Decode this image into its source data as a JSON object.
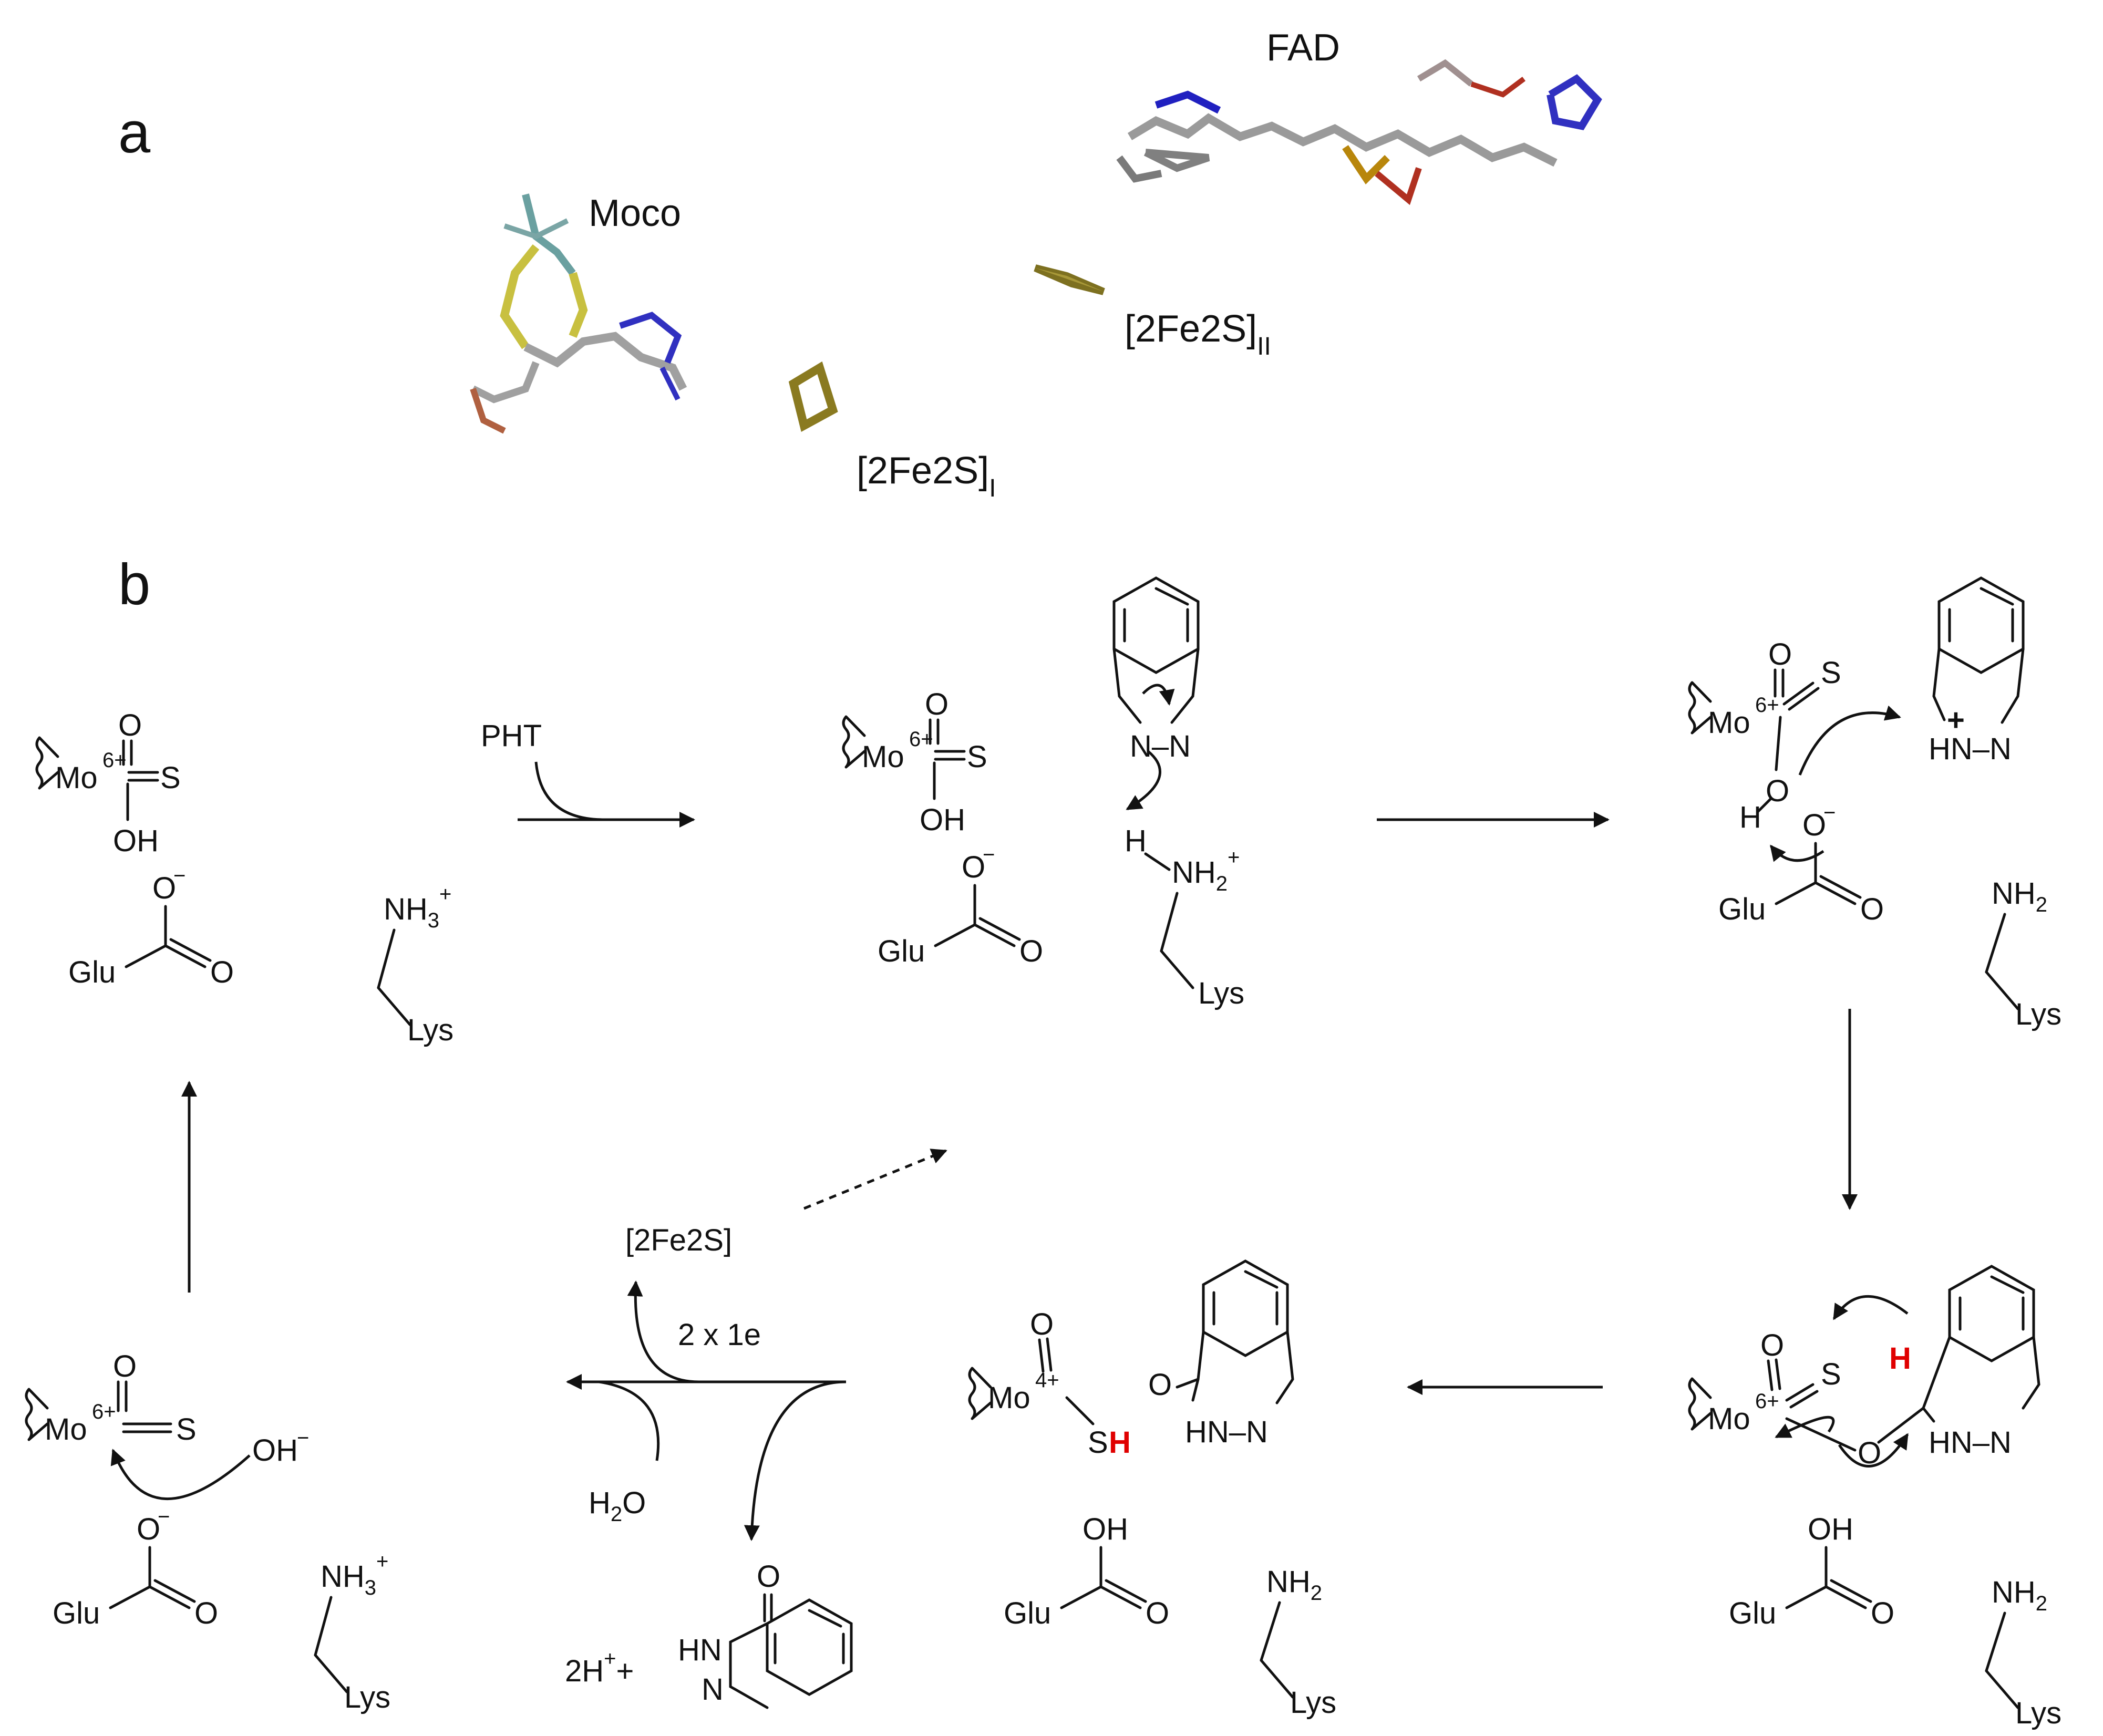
{
  "panels": {
    "a": "a",
    "b": "b"
  },
  "cofactors": {
    "fad": "FAD",
    "moco": "Moco",
    "fes_ii": "[2Fe2S]",
    "fes_ii_sub": "II",
    "fes_i": "[2Fe2S]",
    "fes_i_sub": "I"
  },
  "reagents": {
    "pht": "PHT",
    "fes": "[2Fe2S]",
    "electrons": "2 x 1e",
    "water": "H",
    "water_sub": "2",
    "water_tail": "O",
    "protons": "2H",
    "protons_sup": "+",
    "plus": "+"
  },
  "atoms": {
    "mo": "Mo",
    "ox6": "6+",
    "ox4": "4+",
    "o": "O",
    "s": "S",
    "sh": "S",
    "h_red": "H",
    "oh": "OH",
    "oh_minus": "OH",
    "minus": "−",
    "glu": "Glu",
    "lys": "Lys",
    "nh3": "NH",
    "nh3_sub": "3",
    "nh3_sup": "+",
    "nh2": "NH",
    "nh2_sub": "2",
    "nh2_sup": "+",
    "h": "H",
    "n": "N",
    "hn_n": "HN–N",
    "n_n": "N–N",
    "hn": "HN",
    "plus_ring": "+"
  }
}
